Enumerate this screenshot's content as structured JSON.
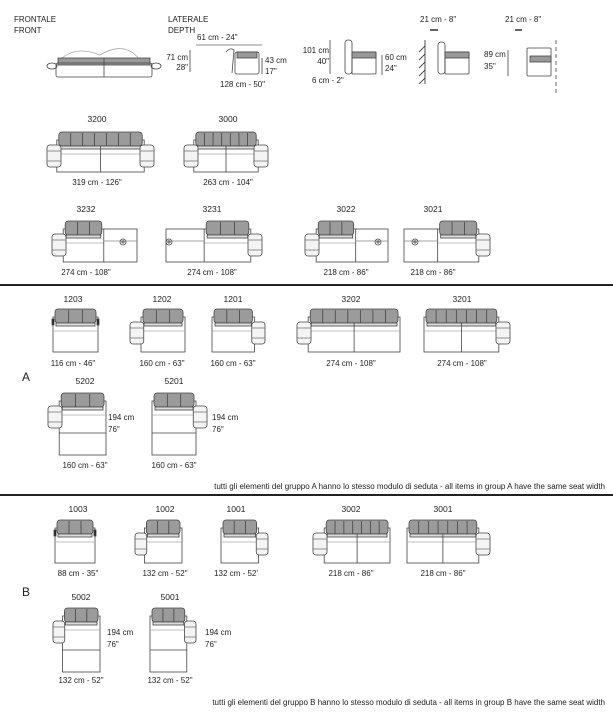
{
  "views": {
    "front": {
      "it": "FRONTALE",
      "en": "FRONT"
    },
    "side": {
      "it": "LATERALE",
      "en": "DEPTH"
    },
    "dims": [
      "61 cm - 24\"",
      "71 cm",
      "28\"",
      "43 cm",
      "17\"",
      "128 cm - 50\"",
      "101 cm",
      "40\"",
      "60 cm",
      "24\"",
      "6 cm - 2\"",
      "21 cm - 8\"",
      "21 cm - 8\"",
      "89 cm",
      "35\""
    ]
  },
  "sofas": [
    {
      "code": "3200",
      "size": "319 cm - 126\""
    },
    {
      "code": "3000",
      "size": "263 cm - 104\""
    },
    {
      "code": "3232",
      "size": "274 cm - 108\""
    },
    {
      "code": "3231",
      "size": "274 cm - 108\""
    },
    {
      "code": "3022",
      "size": "218 cm - 86\""
    },
    {
      "code": "3021",
      "size": "218 cm - 86\""
    }
  ],
  "group_a": {
    "label": "A",
    "modules": [
      {
        "code": "1203",
        "size": "116 cm - 46\""
      },
      {
        "code": "1202",
        "size": "160 cm - 63\""
      },
      {
        "code": "1201",
        "size": "160 cm - 63\""
      },
      {
        "code": "3202",
        "size": "274 cm - 108\""
      },
      {
        "code": "3201",
        "size": "274 cm - 108\""
      },
      {
        "code": "5202",
        "size": "160 cm - 63\"",
        "depth": "194 cm",
        "depth_in": "76\""
      },
      {
        "code": "5201",
        "size": "160 cm - 63\"",
        "depth": "194 cm",
        "depth_in": "76\""
      }
    ],
    "note": "tutti gli elementi  del gruppo A hanno lo stesso modulo di  seduta  -  all items in group A have the same seat width"
  },
  "group_b": {
    "label": "B",
    "modules": [
      {
        "code": "1003",
        "size": "88 cm - 35\""
      },
      {
        "code": "1002",
        "size": "132 cm - 52\""
      },
      {
        "code": "1001",
        "size": "132 cm - 52'"
      },
      {
        "code": "3002",
        "size": "218 cm - 86\""
      },
      {
        "code": "3001",
        "size": "218 cm - 86\""
      },
      {
        "code": "5002",
        "size": "132 cm - 52\"",
        "depth": "194 cm",
        "depth_in": "76\""
      },
      {
        "code": "5001",
        "size": "132 cm - 52\"",
        "depth": "194 cm",
        "depth_in": "76\""
      }
    ],
    "note": "tutti gli elementi  del gruppo B hanno lo stesso modulo di  seduta  -  all items in group B have the same seat width"
  }
}
